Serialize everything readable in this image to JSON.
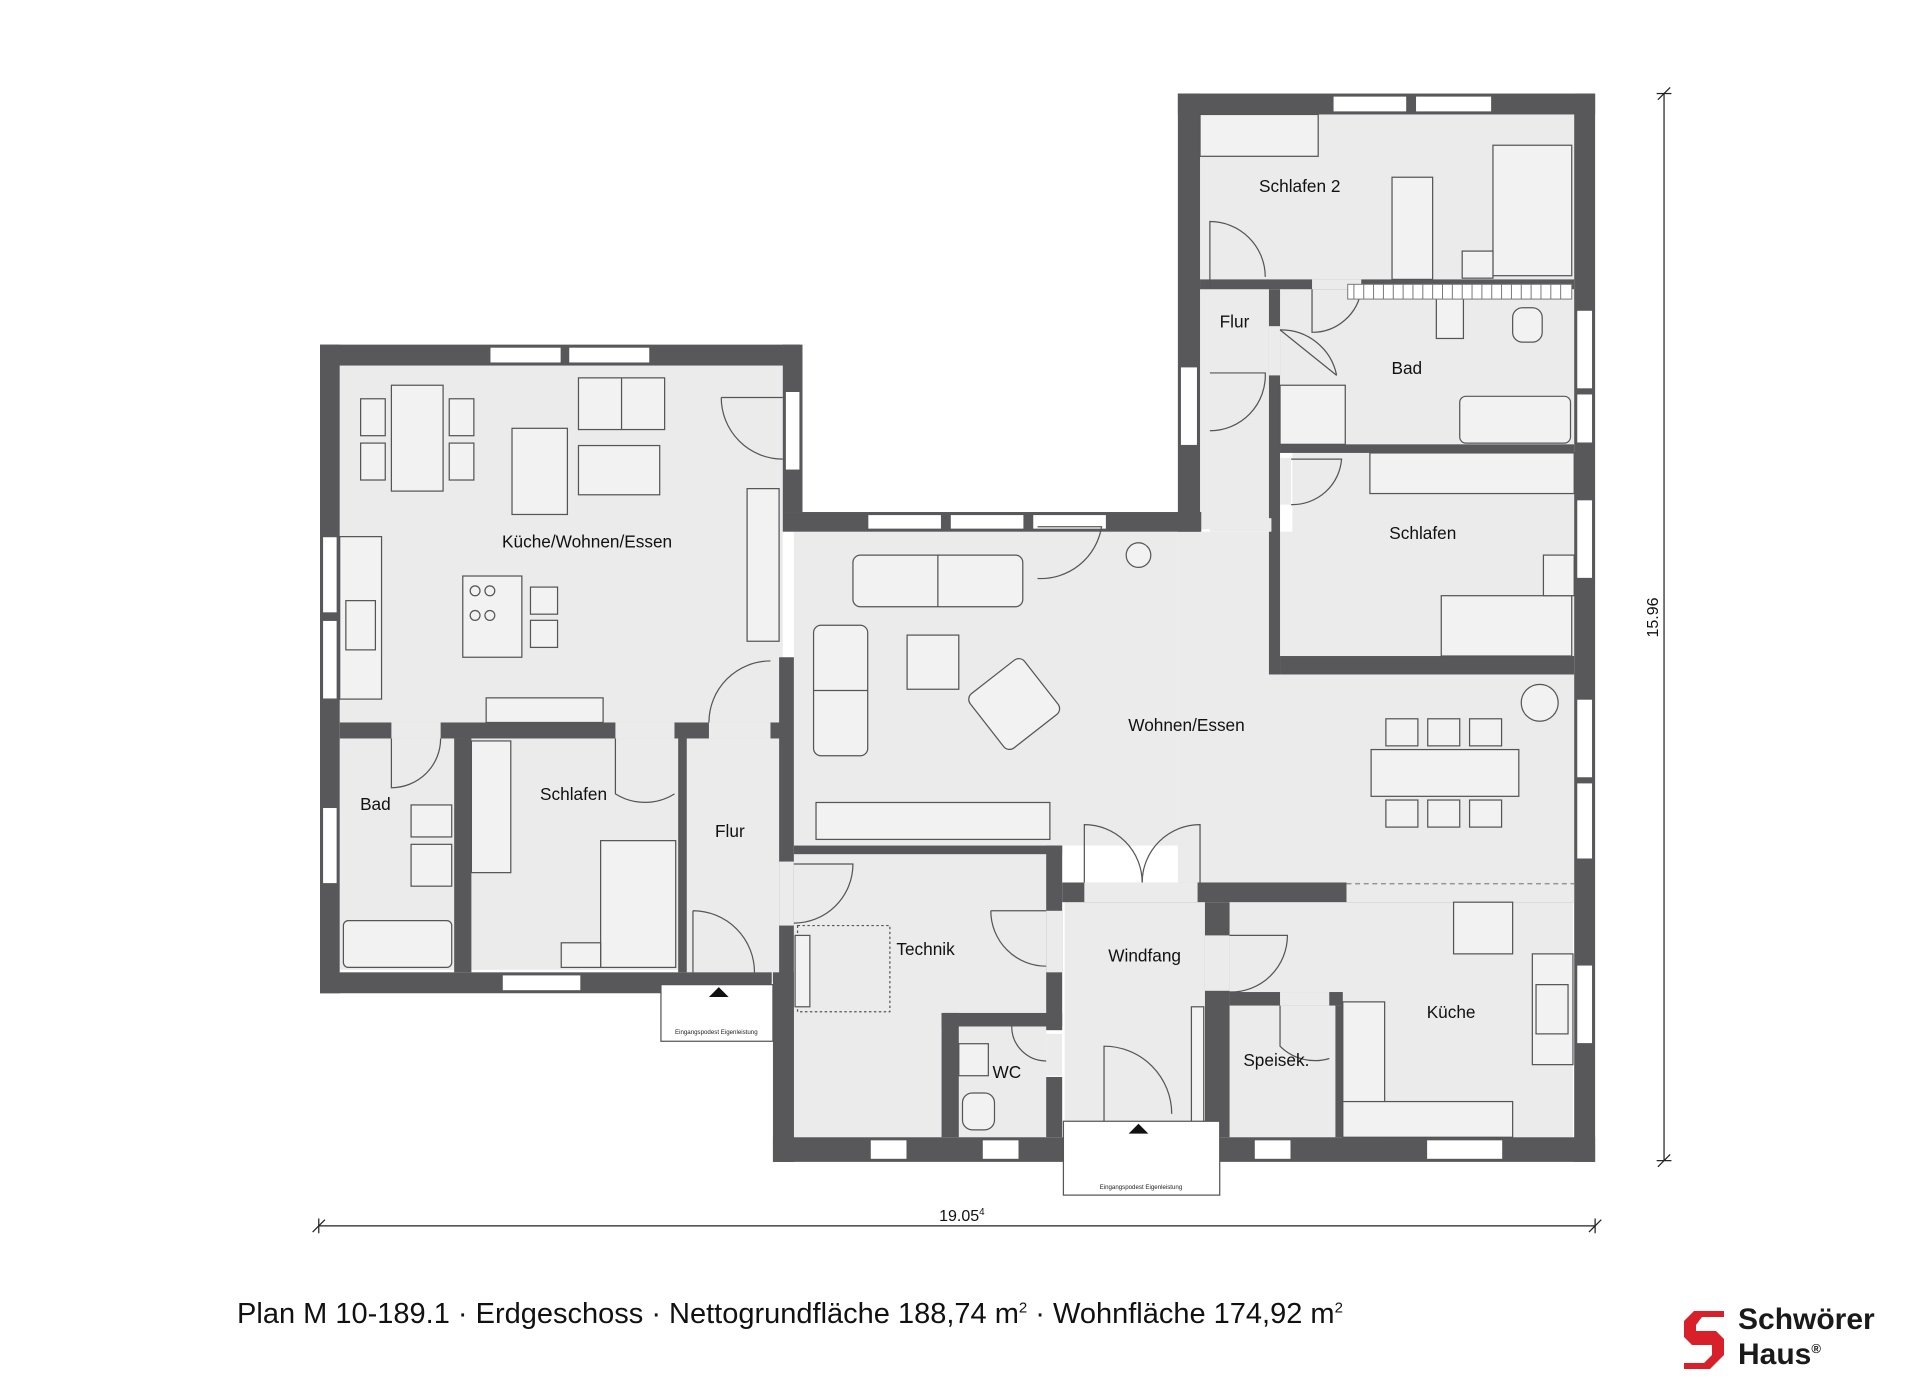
{
  "rooms": {
    "kuche_wohnen_essen": "Küche/Wohnen/Essen",
    "bad_left": "Bad",
    "schlafen_left": "Schlafen",
    "flur_left": "Flur",
    "schlafen2": "Schlafen 2",
    "flur_right": "Flur",
    "bad_right": "Bad",
    "schlafen_right": "Schlafen",
    "wohnen_essen": "Wohnen/Essen",
    "technik": "Technik",
    "windfang": "Windfang",
    "wc": "WC",
    "speisek": "Speisek.",
    "kuche": "Küche"
  },
  "entrance_label": "Eingangspodest Eigenleistung",
  "dimensions": {
    "width": "19.05",
    "width_sup": "4",
    "height": "15.96"
  },
  "caption": {
    "part1": "Plan M 10-189.1 · Erdgeschoss · Nettogrundfläche 188,74 m",
    "sup1": "2",
    "part2": " · Wohnfläche 174,92 m",
    "sup2": "2"
  },
  "logo": {
    "line1": "Schwörer",
    "line2": "Haus",
    "reg": "®",
    "icon": "schwoerer-s-logo-icon",
    "red": "#d8202a"
  },
  "colors": {
    "wall": "#58585a",
    "floor": "#ebebeb",
    "furniture_line": "#555555"
  }
}
